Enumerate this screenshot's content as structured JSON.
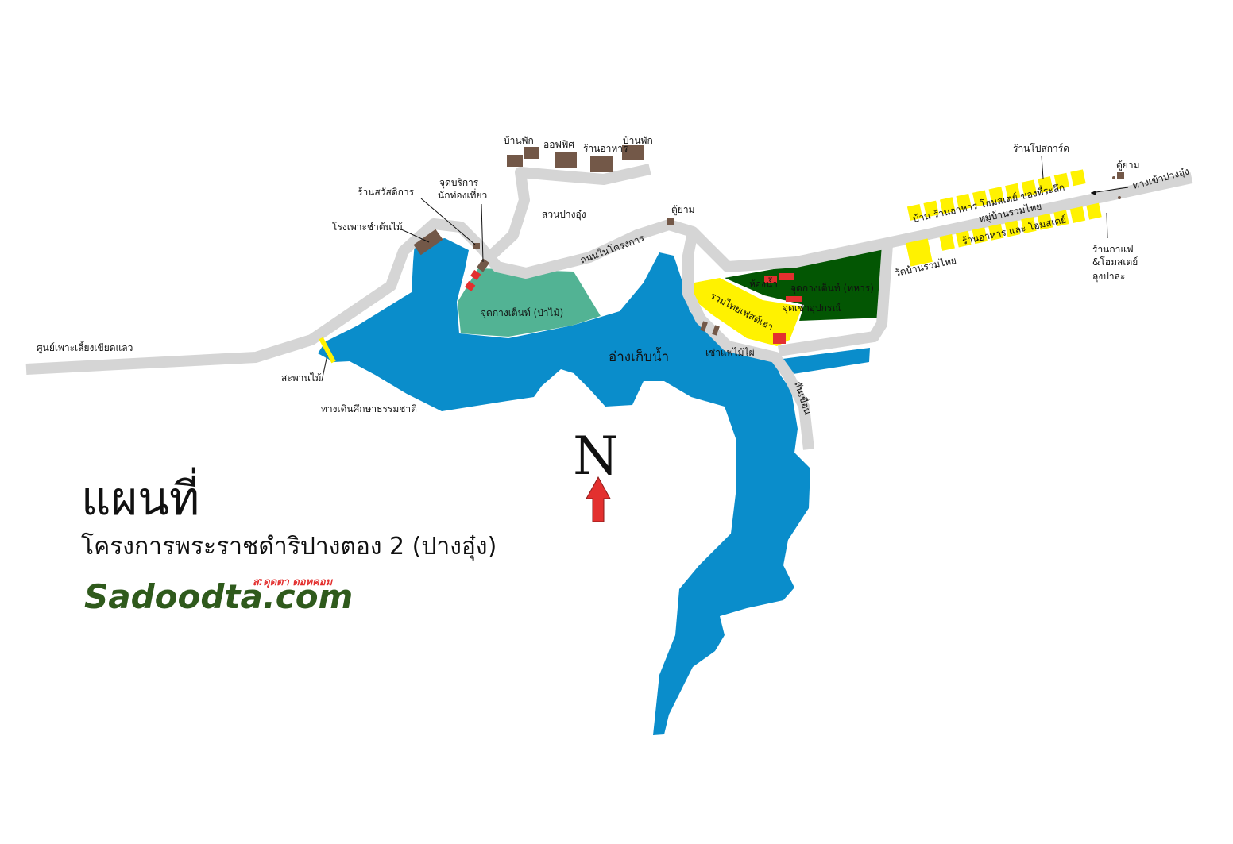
{
  "colors": {
    "water": "#0a8dcb",
    "road": "#d5d5d5",
    "camp_forest": "#52b394",
    "camp_military": "#035603",
    "festival": "#fff200",
    "building": "#735848",
    "facility": "#e3302f",
    "logo_green": "#2f5a1c",
    "logo_red": "#e3302f"
  },
  "title": {
    "main": "แผนที่",
    "subtitle": "โครงการพระราชดำริปางตอง 2 (ปางอุ๋ง)"
  },
  "logo": {
    "text": "Sadoodta.com",
    "thai": "ส:ดุดตา ดอทคอม"
  },
  "compass": {
    "letter": "N",
    "icon": "north-arrow-icon"
  },
  "labels": {
    "home1": "บ้านพัก",
    "office": "ออฟฟิศ",
    "restaurant": "ร้านอาหาร",
    "home2": "บ้านพัก",
    "welfare_shop": "ร้านสวัสดิการ",
    "tourist_service": "จุดบริการ",
    "tourist_service2": "นักท่องเที่ยว",
    "nursery": "โรงเพาะชำต้นไม้",
    "garden": "สวนปางอุ๋ง",
    "guard1": "ตู้ยาม",
    "inner_road": "ถนนในโครงการ",
    "forest_camp": "จุดกางเต็นท์ (ป่าไม้)",
    "reservoir": "อ่างเก็บน้ำ",
    "raft": "เช่าแพไม้ไผ่",
    "toilet": "ห้องน้ำ",
    "military_camp": "จุดกางเต็นท์ (ทหาร)",
    "rental": "จุดเช่าอุปกรณ์",
    "festival": "รวมไทยเฟสต์เฮา",
    "dam": "สันเขื่อน",
    "breeding": "ศูนย์เพาะเลี้ยงเขียดแลว",
    "bridge": "สะพานไม้",
    "trail": "ทางเดินศึกษาธรรมชาติ",
    "postcard": "ร้านโปสการ์ด",
    "guard2": "ตู้ยาม",
    "entrance": "ทางเข้าปางอุ๋ง",
    "shops_top": "บ้าน ร้านอาหาร โฮมสเตย์ ของที่ระลึก",
    "village": "หมู่บ้านรวมไทย",
    "shops_bottom": "ร้านอาหาร และ โฮมสเตย์",
    "temple": "วัดบ้านรวมไทย",
    "cafe1": "ร้านกาแฟ",
    "cafe2": "&โฮมสเตย์",
    "cafe3": "ลุงปาละ"
  }
}
